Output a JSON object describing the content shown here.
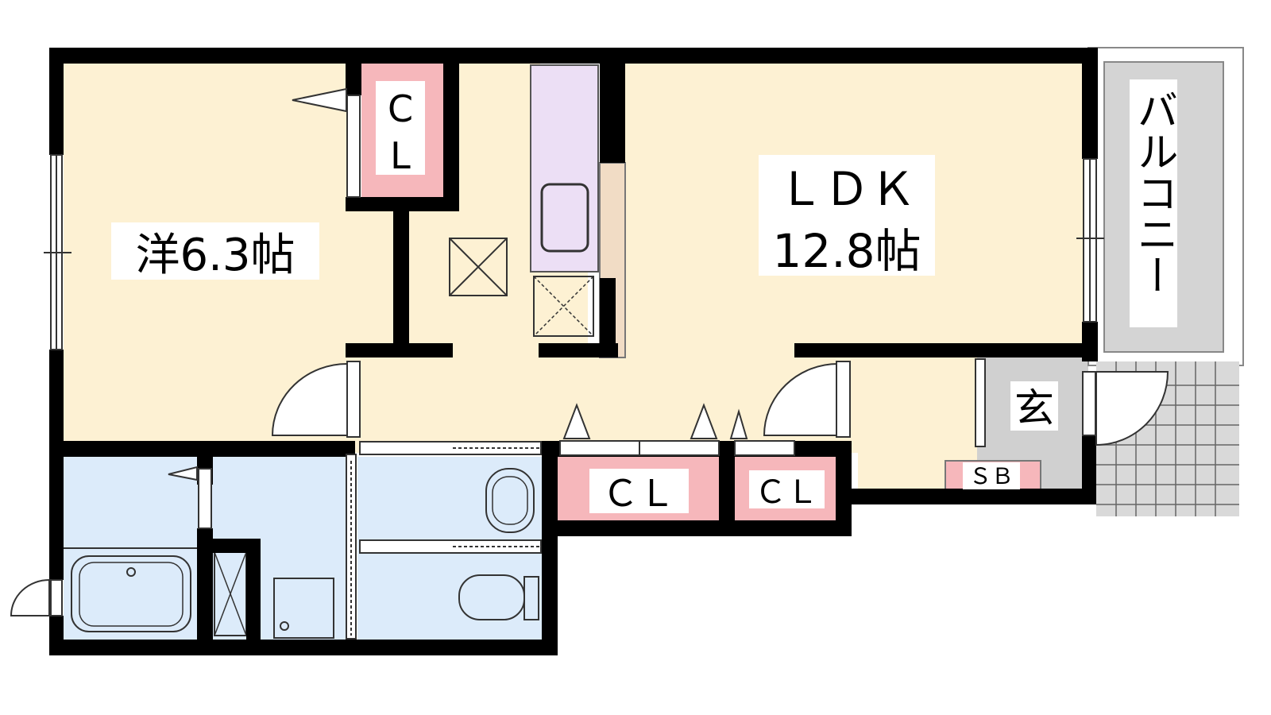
{
  "labels": {
    "western_room": "洋6.3帖",
    "ldk": "ＬＤＫ",
    "ldk_size": "12.8帖",
    "balcony": "バルコニー",
    "entrance": "玄",
    "closet_top_c": "C",
    "closet_top_l": "L",
    "closet_hall": "ＣＬ",
    "closet_entry": "ＣＬ",
    "shoe_box": "ＳＢ"
  },
  "colors": {
    "room_floor": "#fdf1d3",
    "closet": "#f6b7bb",
    "wet_area": "#dcebfa",
    "kitchen": "#ecdff5",
    "counter": "#f1dcc5",
    "entrance_floor": "#d0d0d0",
    "balcony_floor": "#d4d4d4",
    "wall": "#000000"
  }
}
